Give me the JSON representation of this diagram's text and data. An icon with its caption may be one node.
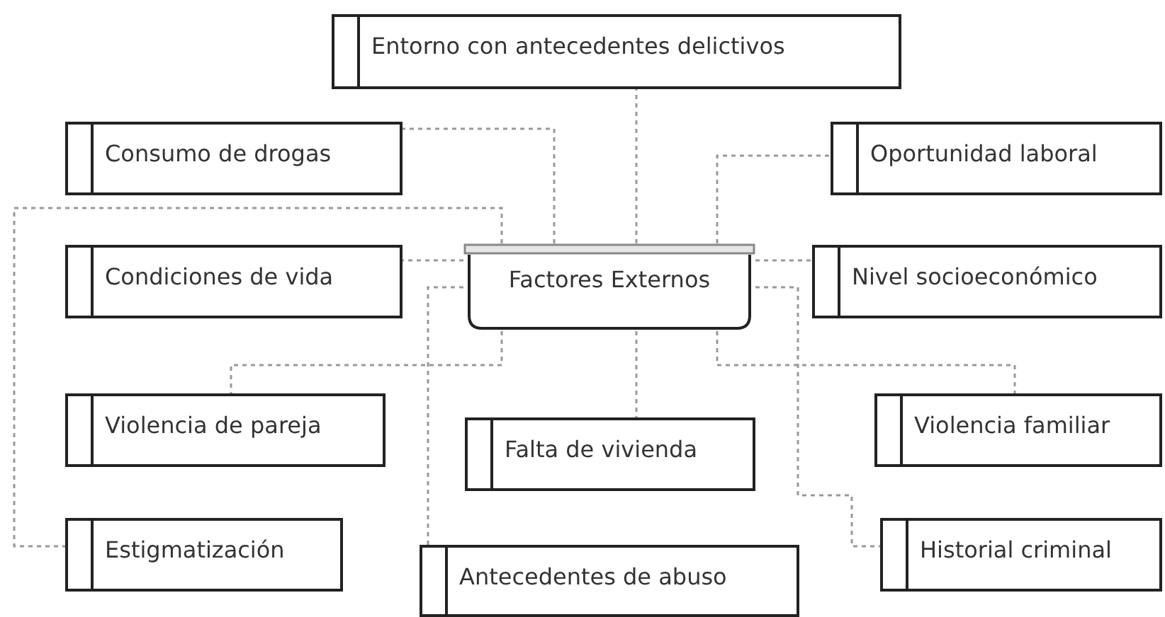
{
  "diagram": {
    "nodes": [
      {
        "text": [
          "Entorno con antecedentes delictivos"
        ]
      },
      {
        "text": [
          "Consumo de drogas"
        ]
      },
      {
        "text": [
          "Oportunidad laboral"
        ]
      },
      {
        "text": [
          "Condiciones de vida"
        ]
      },
      {
        "text": [
          "Factores Externos"
        ]
      },
      {
        "text": [
          "Nivel socioeconómico"
        ]
      },
      {
        "text": [
          "Violencia de pareja"
        ]
      },
      {
        "text": [
          "Violencia familiar"
        ]
      },
      {
        "text": [
          "Falta de vivienda"
        ]
      },
      {
        "text": [
          "Estigmatización"
        ]
      },
      {
        "text": [
          "Historial criminal"
        ]
      },
      {
        "text": [
          "Antecedentes de abuso"
        ]
      }
    ],
    "edges": [
      {
        "from": 4,
        "to": 0,
        "arrow": "none",
        "style": "dashed"
      },
      {
        "from": 4,
        "to": 1,
        "arrow": "none",
        "style": "dashed"
      },
      {
        "from": 4,
        "to": 2,
        "arrow": "none",
        "style": "dashed"
      },
      {
        "from": 4,
        "to": 3,
        "arrow": "none",
        "style": "dashed"
      },
      {
        "from": 4,
        "to": 5,
        "arrow": "none",
        "style": "dashed"
      },
      {
        "from": 4,
        "to": 6,
        "arrow": "none",
        "style": "dashed"
      },
      {
        "from": 4,
        "to": 7,
        "arrow": "none",
        "style": "dashed"
      },
      {
        "from": 4,
        "to": 8,
        "arrow": "none",
        "style": "dashed"
      },
      {
        "from": 4,
        "to": 9,
        "arrow": "none",
        "style": "dashed"
      },
      {
        "from": 4,
        "to": 10,
        "arrow": "none",
        "style": "dashed"
      },
      {
        "from": 4,
        "to": 11,
        "arrow": "none",
        "style": "dashed"
      }
    ]
  }
}
